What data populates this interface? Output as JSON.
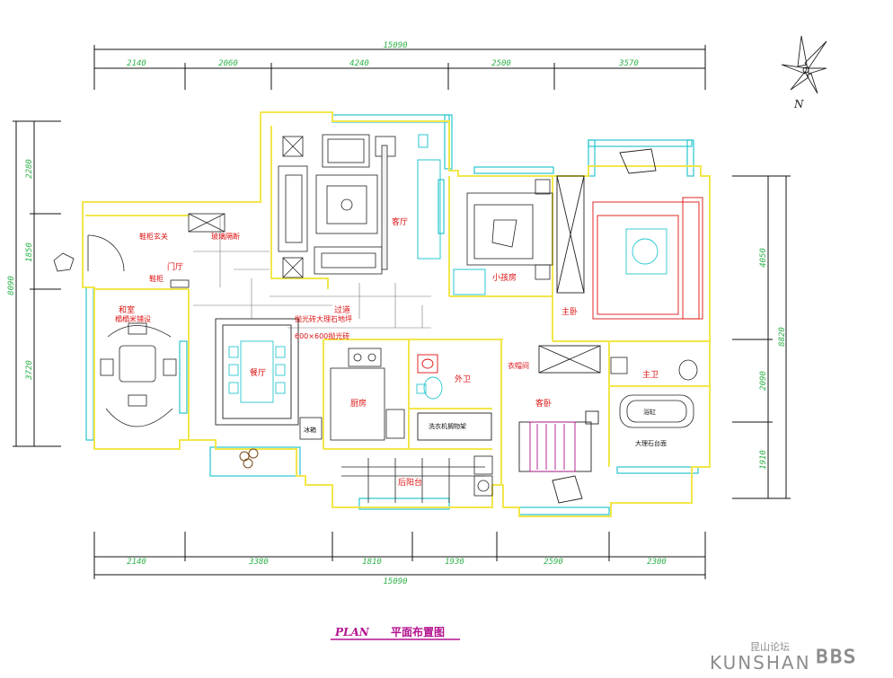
{
  "dims_top": {
    "total": "15090",
    "segments": [
      "2140",
      "2060",
      "4240",
      "2500",
      "3570"
    ]
  },
  "dims_bottom": {
    "total": "15090",
    "segments": [
      "2140",
      "3380",
      "1810",
      "1930",
      "2590",
      "2300"
    ]
  },
  "dims_left": {
    "total": "8090",
    "segments": [
      "2280",
      "1850",
      "3720"
    ]
  },
  "dims_right": {
    "total": "8820",
    "segments": [
      "4050",
      "2090",
      "1910"
    ]
  },
  "rooms": {
    "living": "客厅",
    "small_bedroom": "小孩房",
    "master_bedroom": "主卧",
    "foyer": "门厅",
    "japanese_room": "和室",
    "dining": "餐厅",
    "corridor": "过道",
    "kitchen": "厨房",
    "bath_outer": "外卫",
    "guest_bedroom": "客卧",
    "bath_master": "主卫",
    "rear_balcony": "后阳台",
    "fridge": "冰箱"
  },
  "notes": {
    "tatami": "榻榻米铺设",
    "entrance_cabinet": "鞋柜玄关",
    "shoe_cabinet": "鞋柜",
    "glass_partition": "玻璃隔断",
    "marble_floor": "抛光砖大理石地坪",
    "floor_tile": "600×600抛光砖",
    "bath_tub": "浴缸",
    "laundry_shelf": "洗衣机搁物架",
    "marble_counter": "大理石台面",
    "wardrobe_note": "衣帽间"
  },
  "compass": {
    "label": "N"
  },
  "title": {
    "en": "PLAN",
    "cn": "平面布置图"
  },
  "watermark": {
    "latin": "KUNSHAN",
    "cn": "昆山论坛",
    "mark": "BBS"
  },
  "colors": {
    "wall": "#f2e64a",
    "window": "#27c6cf",
    "dimension": "#2fb24a",
    "label": "#dd1111",
    "furniture": "#222222",
    "bed_red": "#dd1111"
  }
}
